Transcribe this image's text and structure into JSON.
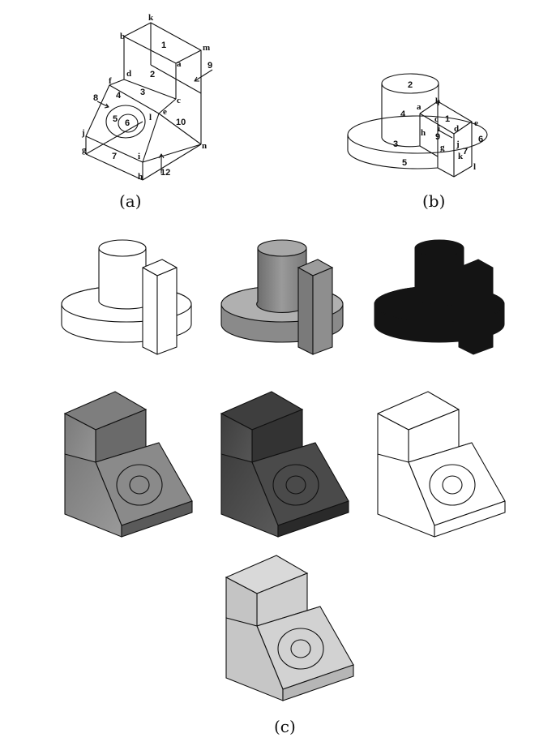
{
  "panels": {
    "a": "(a)",
    "b": "(b)",
    "c": "(c)"
  },
  "diagram_a": {
    "vertex_labels": {
      "k": "k",
      "b": "b",
      "m": "m",
      "a": "a",
      "d": "d",
      "f": "f",
      "c": "c",
      "e": "e",
      "l": "l",
      "j": "j",
      "g": "g",
      "i": "i",
      "h": "h",
      "n": "n"
    },
    "face_labels": {
      "f1": "1",
      "f2": "2",
      "f3": "3",
      "f4": "4",
      "f5": "5",
      "f6": "6",
      "f7": "7",
      "f8": "8",
      "f9": "9",
      "f10": "10",
      "f12": "12"
    }
  },
  "diagram_b": {
    "vertex_labels": {
      "a": "a",
      "b": "b",
      "c": "c",
      "d": "d",
      "e": "e",
      "g": "g",
      "h": "h",
      "i": "i",
      "j": "j",
      "k": "k",
      "l": "l"
    },
    "face_labels": {
      "f1": "1",
      "f2": "2",
      "f3": "3",
      "f4": "4",
      "f5": "5",
      "f6": "6",
      "f7": "7",
      "f9": "9"
    }
  },
  "colors": {
    "shade_light": "#d2d2d2",
    "shade_mid": "#8a8a8a",
    "shade_dark": "#555555",
    "shade_black": "#141414",
    "line": "#111111"
  }
}
